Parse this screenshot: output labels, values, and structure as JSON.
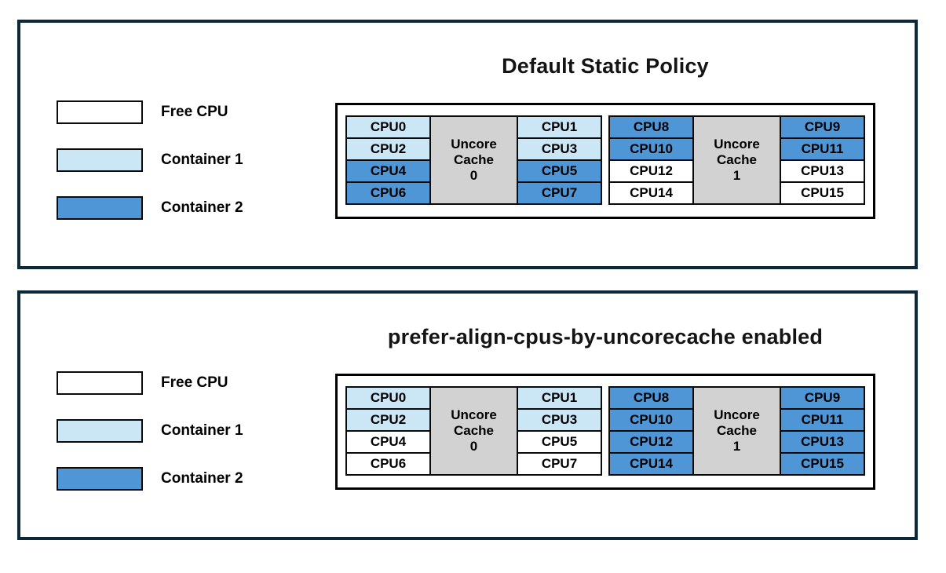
{
  "colors": {
    "free": "#ffffff",
    "container1": "#cbe7f6",
    "container2": "#4f96d7",
    "cache": "#d2d2d2",
    "panel_border": "#0c2939",
    "cell_border": "#0a0a0a"
  },
  "legend": {
    "items": [
      {
        "label": "Free CPU",
        "state": "free"
      },
      {
        "label": "Container 1",
        "state": "c1"
      },
      {
        "label": "Container 2",
        "state": "c2"
      }
    ]
  },
  "panels": [
    {
      "title": "Default Static Policy",
      "groups": [
        {
          "cache_lines": [
            "Uncore",
            "Cache",
            "0"
          ],
          "left": [
            {
              "label": "CPU0",
              "state": "c1"
            },
            {
              "label": "CPU2",
              "state": "c1"
            },
            {
              "label": "CPU4",
              "state": "c2"
            },
            {
              "label": "CPU6",
              "state": "c2"
            }
          ],
          "right": [
            {
              "label": "CPU1",
              "state": "c1"
            },
            {
              "label": "CPU3",
              "state": "c1"
            },
            {
              "label": "CPU5",
              "state": "c2"
            },
            {
              "label": "CPU7",
              "state": "c2"
            }
          ]
        },
        {
          "cache_lines": [
            "Uncore",
            "Cache",
            "1"
          ],
          "left": [
            {
              "label": "CPU8",
              "state": "c2"
            },
            {
              "label": "CPU10",
              "state": "c2"
            },
            {
              "label": "CPU12",
              "state": "free"
            },
            {
              "label": "CPU14",
              "state": "free"
            }
          ],
          "right": [
            {
              "label": "CPU9",
              "state": "c2"
            },
            {
              "label": "CPU11",
              "state": "c2"
            },
            {
              "label": "CPU13",
              "state": "free"
            },
            {
              "label": "CPU15",
              "state": "free"
            }
          ]
        }
      ]
    },
    {
      "title": "prefer-align-cpus-by-uncorecache enabled",
      "groups": [
        {
          "cache_lines": [
            "Uncore",
            "Cache",
            "0"
          ],
          "left": [
            {
              "label": "CPU0",
              "state": "c1"
            },
            {
              "label": "CPU2",
              "state": "c1"
            },
            {
              "label": "CPU4",
              "state": "free"
            },
            {
              "label": "CPU6",
              "state": "free"
            }
          ],
          "right": [
            {
              "label": "CPU1",
              "state": "c1"
            },
            {
              "label": "CPU3",
              "state": "c1"
            },
            {
              "label": "CPU5",
              "state": "free"
            },
            {
              "label": "CPU7",
              "state": "free"
            }
          ]
        },
        {
          "cache_lines": [
            "Uncore",
            "Cache",
            "1"
          ],
          "left": [
            {
              "label": "CPU8",
              "state": "c2"
            },
            {
              "label": "CPU10",
              "state": "c2"
            },
            {
              "label": "CPU12",
              "state": "c2"
            },
            {
              "label": "CPU14",
              "state": "c2"
            }
          ],
          "right": [
            {
              "label": "CPU9",
              "state": "c2"
            },
            {
              "label": "CPU11",
              "state": "c2"
            },
            {
              "label": "CPU13",
              "state": "c2"
            },
            {
              "label": "CPU15",
              "state": "c2"
            }
          ]
        }
      ]
    }
  ]
}
